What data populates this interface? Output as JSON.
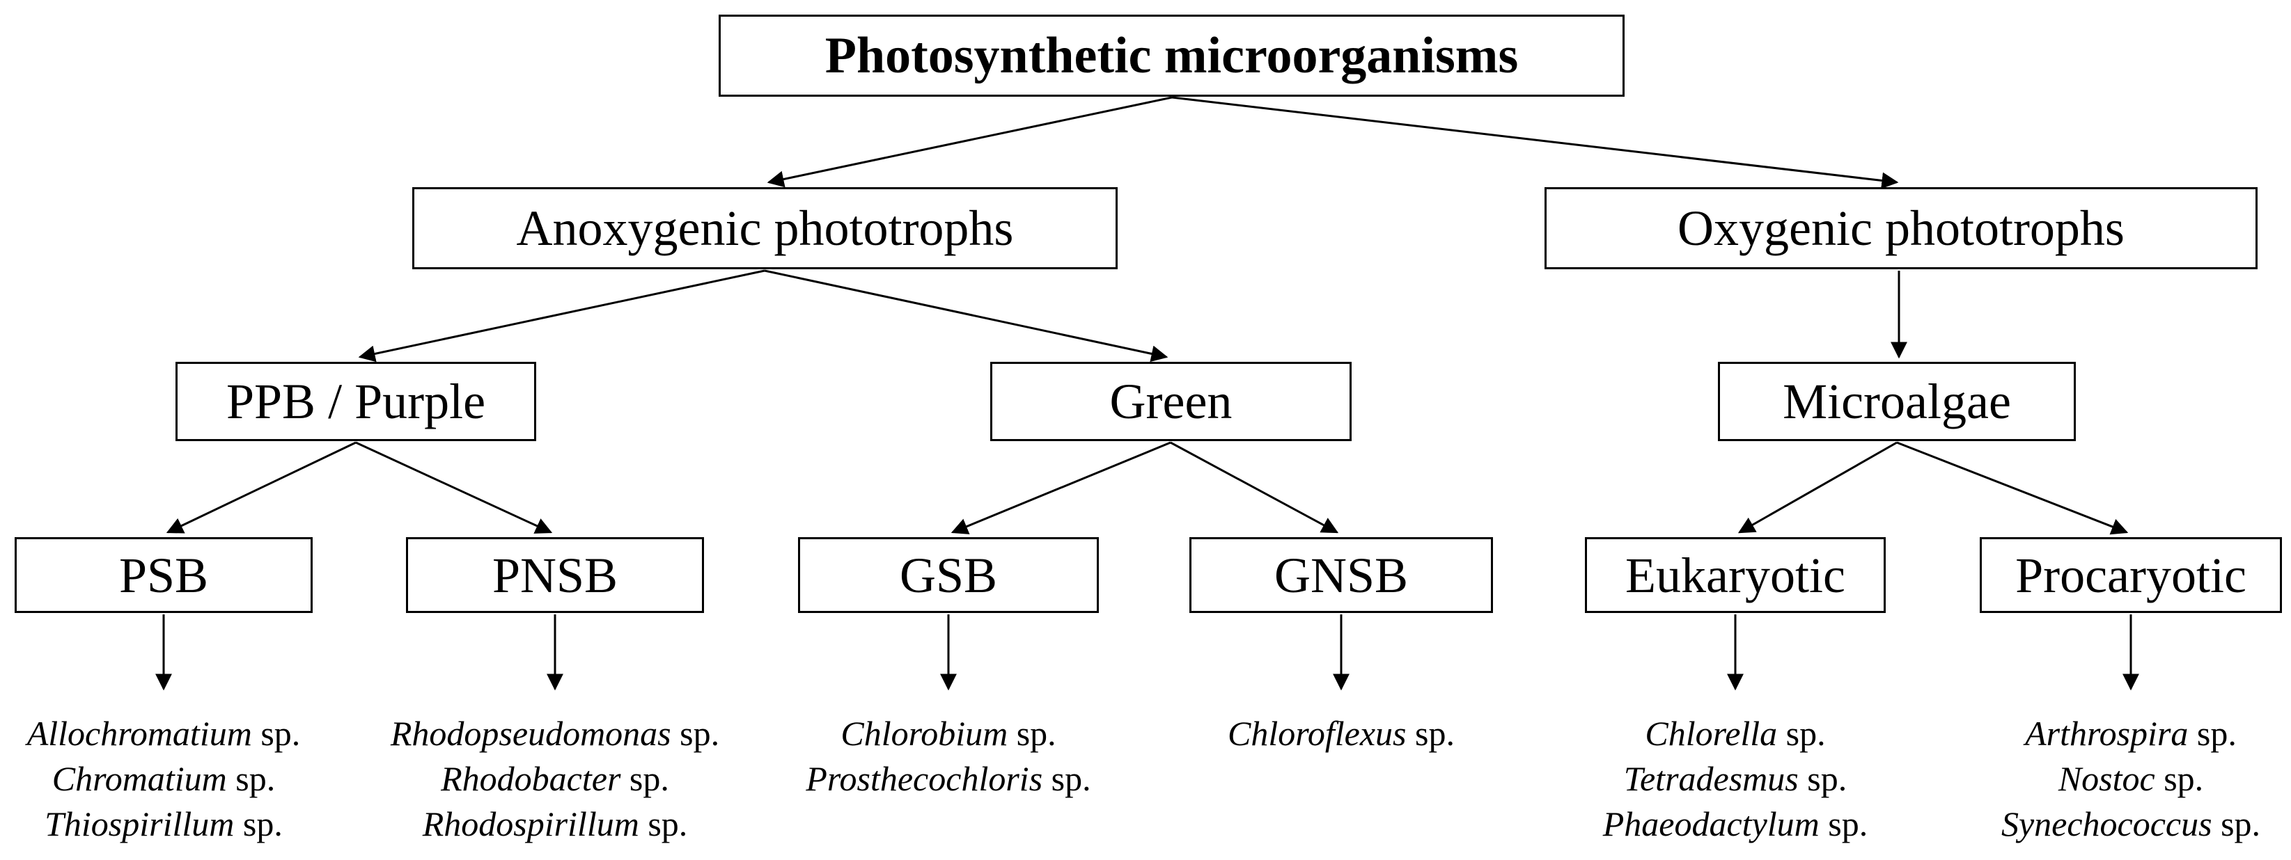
{
  "diagram": {
    "colors": {
      "background": "#ffffff",
      "box_border": "#000000",
      "text": "#000000",
      "line": "#000000"
    },
    "nodes": {
      "root": {
        "label": "Photosynthetic microorganisms"
      },
      "anoxygenic": {
        "label": "Anoxygenic phototrophs"
      },
      "oxygenic": {
        "label": "Oxygenic phototrophs"
      },
      "ppb": {
        "label": "PPB / Purple"
      },
      "green": {
        "label": "Green"
      },
      "microalgae": {
        "label": "Microalgae"
      },
      "psb": {
        "label": "PSB"
      },
      "pnsb": {
        "label": "PNSB"
      },
      "gsb": {
        "label": "GSB"
      },
      "gnsb": {
        "label": "GNSB"
      },
      "eukaryotic": {
        "label": "Eukaryotic"
      },
      "procaryotic": {
        "label": "Procaryotic"
      }
    },
    "species": {
      "psb": [
        {
          "genus": "Allochromatium",
          "suffix": " sp."
        },
        {
          "genus": "Chromatium",
          "suffix": " sp."
        },
        {
          "genus": "Thiospirillum",
          "suffix": " sp."
        }
      ],
      "pnsb": [
        {
          "genus": "Rhodopseudomonas",
          "suffix": " sp."
        },
        {
          "genus": "Rhodobacter",
          "suffix": " sp."
        },
        {
          "genus": "Rhodospirillum",
          "suffix": " sp."
        }
      ],
      "gsb": [
        {
          "genus": "Chlorobium",
          "suffix": " sp."
        },
        {
          "genus": "Prosthecochloris",
          "suffix": " sp."
        }
      ],
      "gnsb": [
        {
          "genus": "Chloroflexus",
          "suffix": " sp."
        }
      ],
      "eukaryotic": [
        {
          "genus": "Chlorella",
          "suffix": " sp."
        },
        {
          "genus": "Tetradesmus",
          "suffix": " sp."
        },
        {
          "genus": "Phaeodactylum",
          "suffix": " sp."
        }
      ],
      "procaryotic": [
        {
          "genus": "Arthrospira",
          "suffix": " sp."
        },
        {
          "genus": "Nostoc",
          "suffix": " sp."
        },
        {
          "genus": "Synechococcus",
          "suffix": " sp."
        }
      ]
    }
  }
}
